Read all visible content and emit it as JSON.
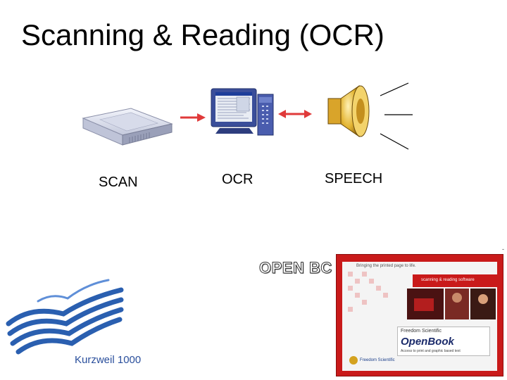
{
  "slide": {
    "title": "Scanning & Reading (OCR)"
  },
  "pipeline": {
    "scan_label": "SCAN",
    "ocr_label": "OCR",
    "speech_label": "SPEECH"
  },
  "products": {
    "open_book_text": "OPEN BC",
    "kurzweil_label": "Kurzweil 1000",
    "box": {
      "tagline": "Bringing the printed page to life.",
      "software_label": "scanning & reading software",
      "brand": "Freedom Scientific",
      "product": "OpenBook",
      "subtitle": "Access to print and graphic based text",
      "logo_text": "Freedom Scientific"
    }
  },
  "corner_mark": "-",
  "colors": {
    "arrow_red": "#e03a3a",
    "box_red": "#c91a1a",
    "kurzweil_blue": "#2a4f9c",
    "speaker_yellow": "#e3b431"
  }
}
